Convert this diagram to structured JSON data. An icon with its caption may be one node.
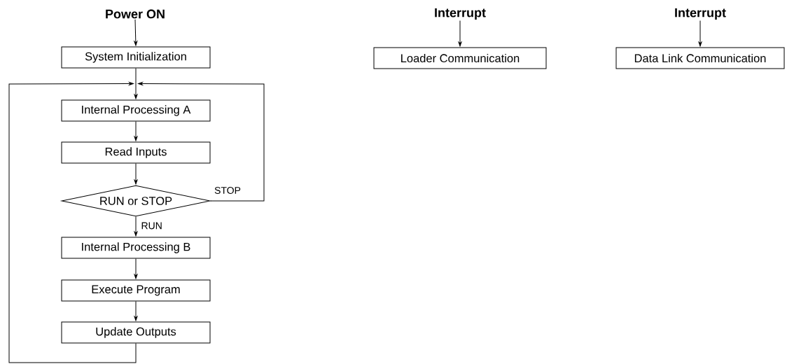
{
  "diagram": {
    "nodes": [
      {
        "text": [
          "Power ON"
        ]
      },
      {
        "text": [
          "System Initialization"
        ]
      },
      {
        "text": [
          "Internal Processing A"
        ]
      },
      {
        "text": [
          "Read Inputs"
        ]
      },
      {
        "text": [
          "RUN or STOP"
        ]
      },
      {
        "text": [
          "Internal Processing B"
        ]
      },
      {
        "text": [
          "Execute Program"
        ]
      },
      {
        "text": [
          "Update Outputs"
        ]
      },
      {
        "text": [
          "Interrupt"
        ]
      },
      {
        "text": [
          "Loader Communication"
        ]
      },
      {
        "text": [
          "Interrupt"
        ]
      },
      {
        "text": [
          "Data Link Communication"
        ]
      }
    ],
    "edges": [
      {
        "from": 0,
        "to": 1,
        "arrow": "to"
      },
      {
        "from": 1,
        "to": 2,
        "arrow": "to"
      },
      {
        "from": 2,
        "to": 3,
        "arrow": "to"
      },
      {
        "from": 3,
        "to": 4,
        "arrow": "to"
      },
      {
        "from": 4,
        "to": 5,
        "arrow": "to",
        "label": "RUN"
      },
      {
        "from": 4,
        "to": 2,
        "arrow": "to",
        "label": "STOP"
      },
      {
        "from": 5,
        "to": 6,
        "arrow": "to"
      },
      {
        "from": 6,
        "to": 7,
        "arrow": "to"
      },
      {
        "from": 7,
        "to": 2,
        "arrow": "to"
      },
      {
        "from": 8,
        "to": 9,
        "arrow": "to"
      },
      {
        "from": 10,
        "to": 11,
        "arrow": "to"
      }
    ]
  }
}
